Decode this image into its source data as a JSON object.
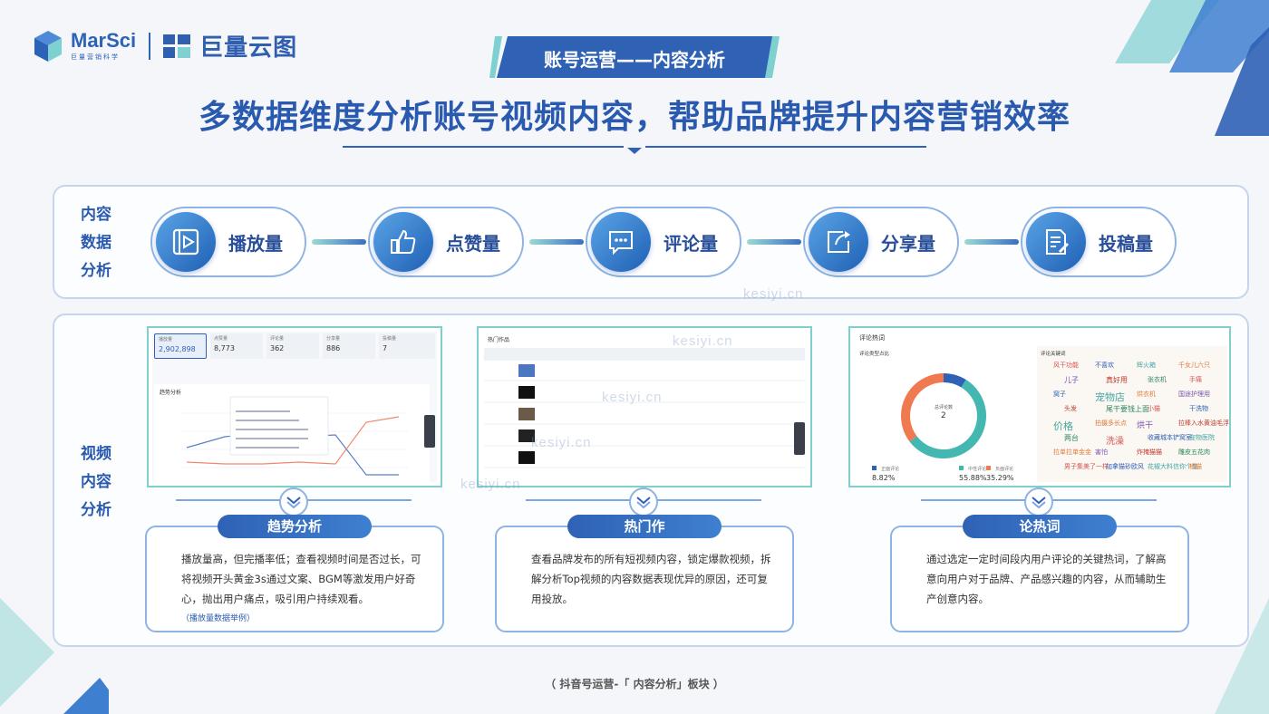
{
  "brand": {
    "logo1_name": "MarSci",
    "logo1_sub": "巨量营销科学",
    "logo2_name": "巨量云图"
  },
  "banner": "账号运营——内容分析",
  "headline": "多数据维度分析账号视频内容，帮助品牌提升内容营销效率",
  "content_data": {
    "side_label": [
      "内容",
      "数据",
      "分析"
    ],
    "metrics": [
      {
        "label": "播放量",
        "icon": "play-video-icon"
      },
      {
        "label": "点赞量",
        "icon": "thumbs-up-icon"
      },
      {
        "label": "评论量",
        "icon": "comment-bubble-icon"
      },
      {
        "label": "分享量",
        "icon": "share-icon"
      },
      {
        "label": "投稿量",
        "icon": "document-edit-icon"
      }
    ]
  },
  "video_content": {
    "side_label": [
      "视频",
      "内容",
      "分析"
    ],
    "trend_shot": {
      "stats": [
        {
          "label": "播放量",
          "value": "2,902,898"
        },
        {
          "label": "点赞量",
          "value": "8,773"
        },
        {
          "label": "评论量",
          "value": "362"
        },
        {
          "label": "分享量",
          "value": "886"
        },
        {
          "label": "投稿量",
          "value": "7"
        }
      ],
      "panel_title": "趋势分析"
    },
    "hot_shot": {
      "panel_title": "热门作品"
    },
    "words_shot": {
      "panel_title": "评论热词",
      "left_title": "评论类型占比",
      "right_title": "评论关键词",
      "donut_center_label": "总评论数",
      "donut_center_value": "2",
      "legend": [
        {
          "name": "正面评论",
          "value": "8.82%",
          "color": "#2f62b5"
        },
        {
          "name": "中性评论",
          "value": "55.88%",
          "color": "#44b7b1"
        },
        {
          "name": "负面评论",
          "value": "35.29%",
          "color": "#f07a4f"
        }
      ],
      "donut_values": [
        8.82,
        55.88,
        35.29
      ],
      "keywords": [
        "风干功能",
        "不喜欢",
        "辉火箱",
        "千女儿六只",
        "儿子",
        "真好用",
        "张衣机",
        "手痛",
        "窝子",
        "宠物店",
        "烘衣机",
        "国途护理用",
        "头发",
        "尾干要钱上面",
        "小猫",
        "干洗物",
        "价格",
        "拍摄多长点",
        "烘干",
        "拉棒入水黄油毛浮",
        "两台",
        "洗澡",
        "收藏城本铲窝室",
        "宠物医院",
        "拉单拉单金金",
        "害怕",
        "炸掩猫猫",
        "雕皮五花肉",
        "男子集美了一样",
        "加拿猫砂欧风",
        "花椒大料信你个鬼",
        "橘猫"
      ]
    },
    "cards": [
      {
        "title": "趋势分析",
        "text": "播放量高，但完播率低；查看视频时间是否过长，可将视频开头黄金3s通过文案、BGM等激发用户好奇心，抛出用户痛点，吸引用户持续观看。",
        "note": "（播放量数据举例）"
      },
      {
        "title": "热门作",
        "text": "查看品牌发布的所有短视频内容，锁定爆款视频，拆解分析Top视频的内容数据表现优异的原因，还可复用投放。",
        "note": ""
      },
      {
        "title": "论热词",
        "text": "通过选定一定时间段内用户评论的关键热词，了解高意向用户对于品牌、产品感兴趣的内容，从而辅助生产创意内容。",
        "note": ""
      }
    ]
  },
  "watermark": "kesiyi.cn",
  "footer": "（ 抖音号运营-「 内容分析」板块 ）"
}
